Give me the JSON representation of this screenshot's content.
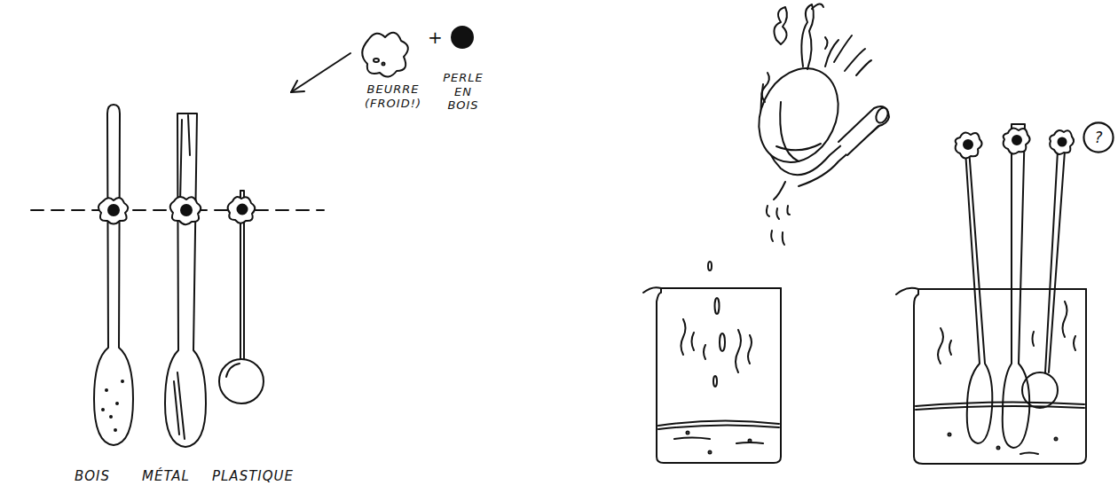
{
  "diagram": {
    "nodes": [
      {
        "text": [
          "?"
        ]
      }
    ],
    "labels": [
      "BEURRE (FROID!)",
      "+",
      "PERLE EN BOIS",
      "BOIS",
      "MÉTAL",
      "PLASTIQUE"
    ]
  }
}
